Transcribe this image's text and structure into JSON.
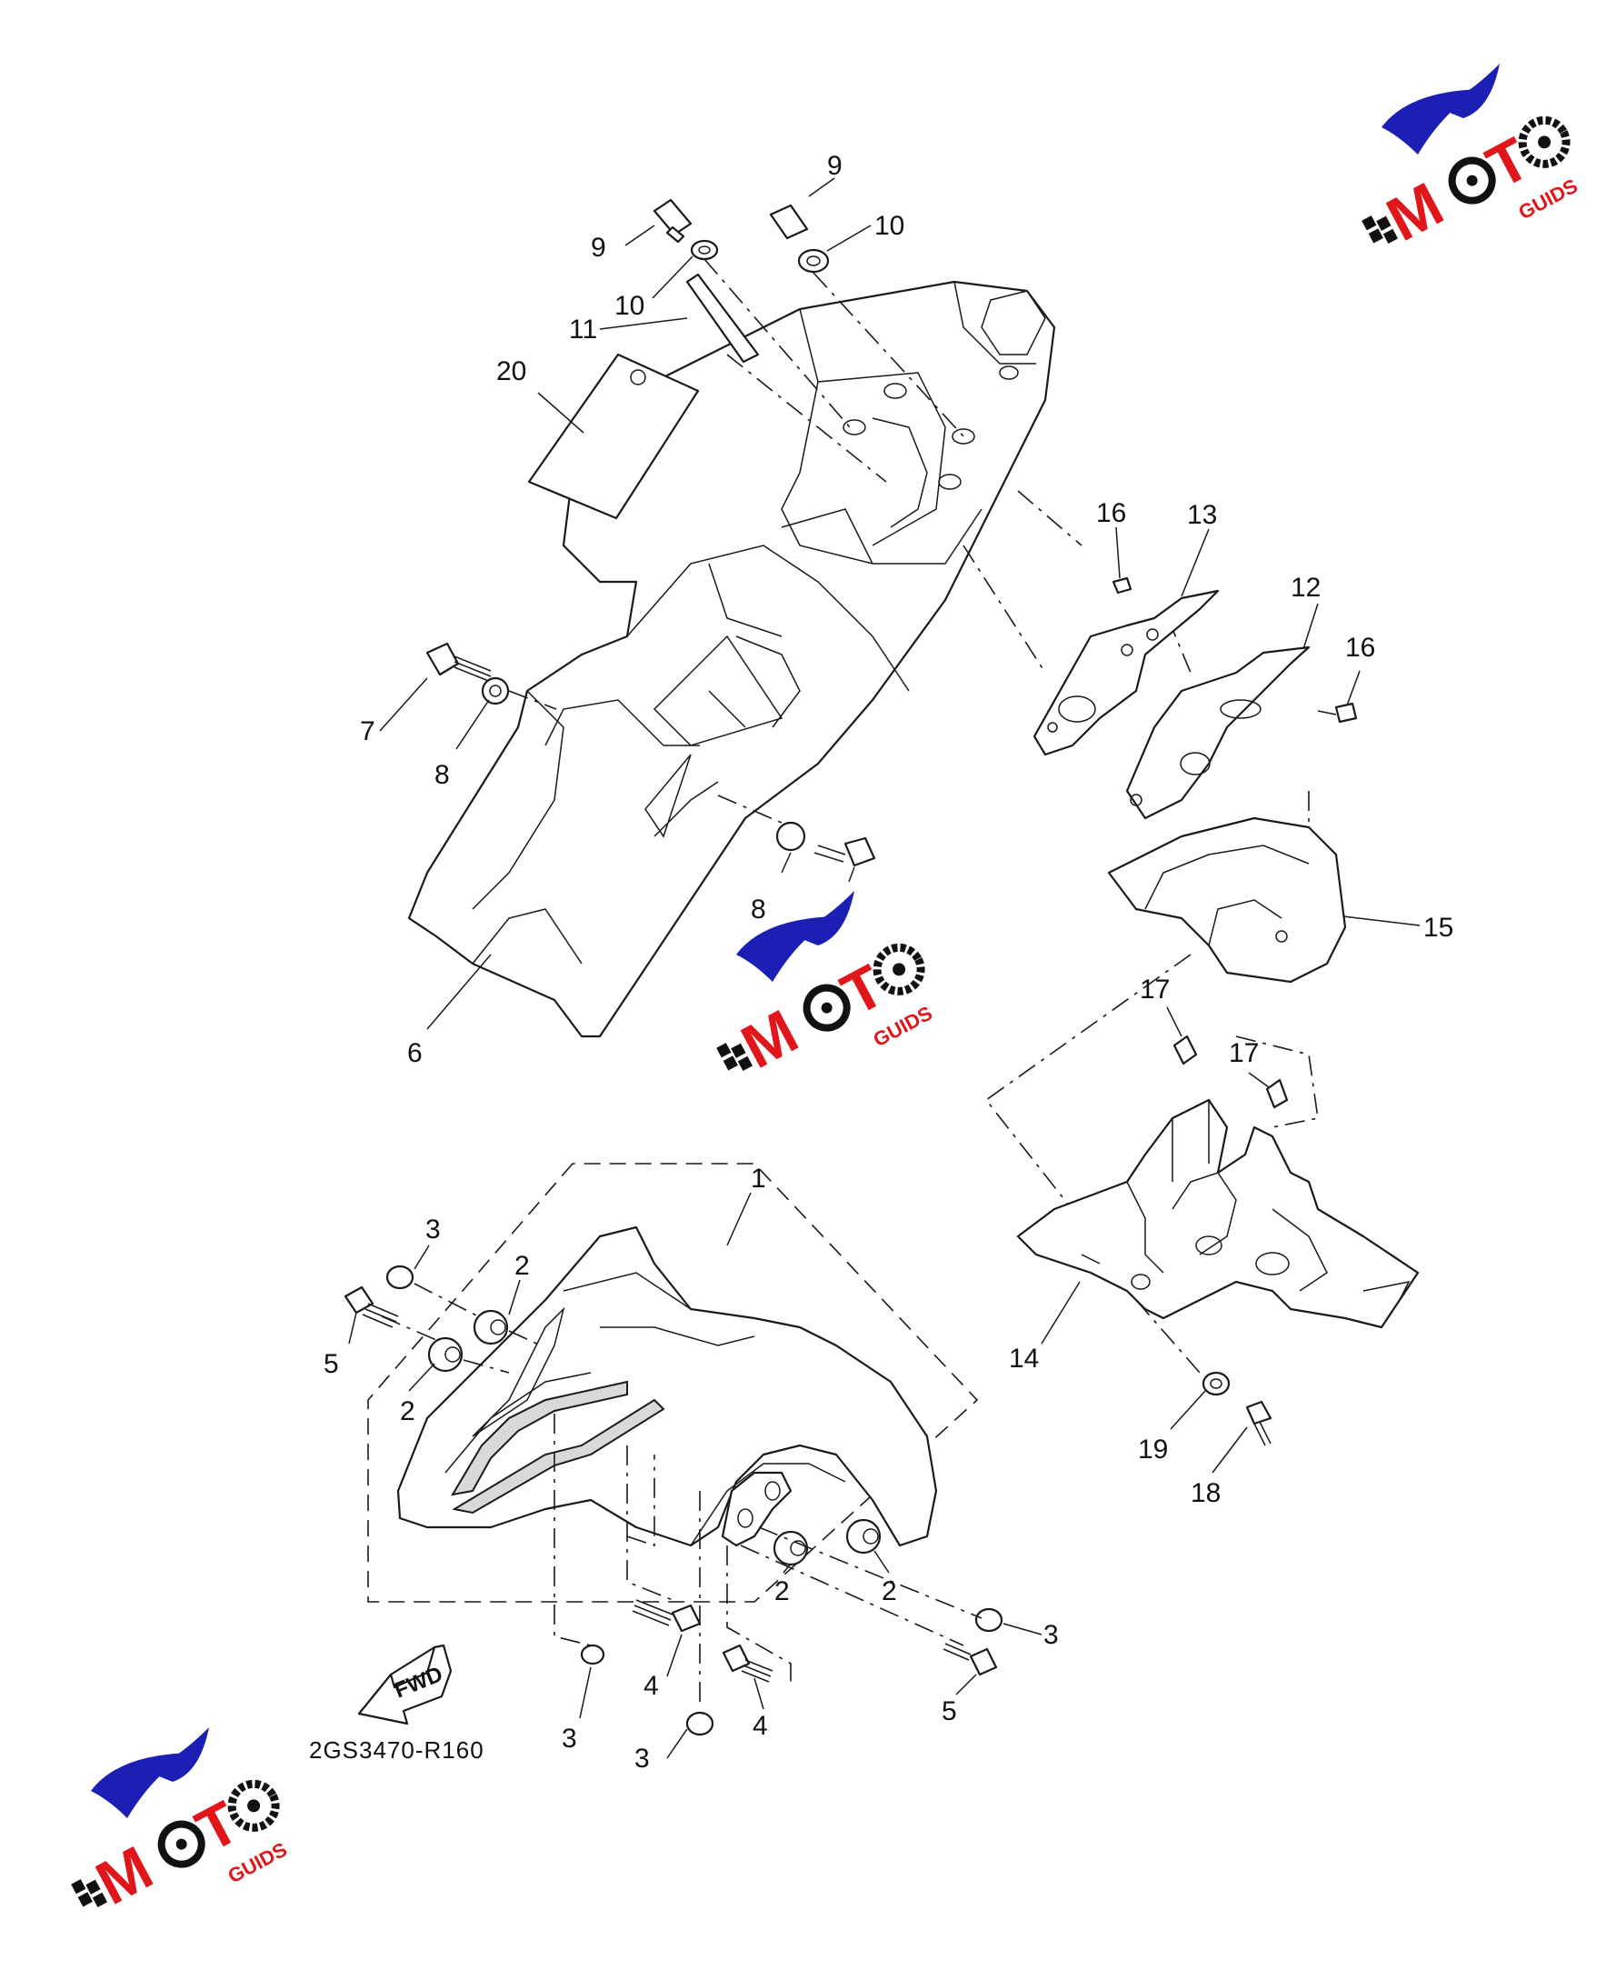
{
  "diagram": {
    "part_code": "2GS3470-R160",
    "fwd_label": "FWD",
    "callouts": [
      "1",
      "2",
      "3",
      "4",
      "5",
      "6",
      "7",
      "8",
      "9",
      "10",
      "11",
      "12",
      "13",
      "14",
      "15",
      "16",
      "17",
      "18",
      "19",
      "20"
    ]
  },
  "watermark": {
    "brand_text": "MOTO",
    "brand_sub": "GUIDS",
    "colors": {
      "red": "#e0161b",
      "blue": "#1c1fb4",
      "black": "#111111"
    }
  }
}
